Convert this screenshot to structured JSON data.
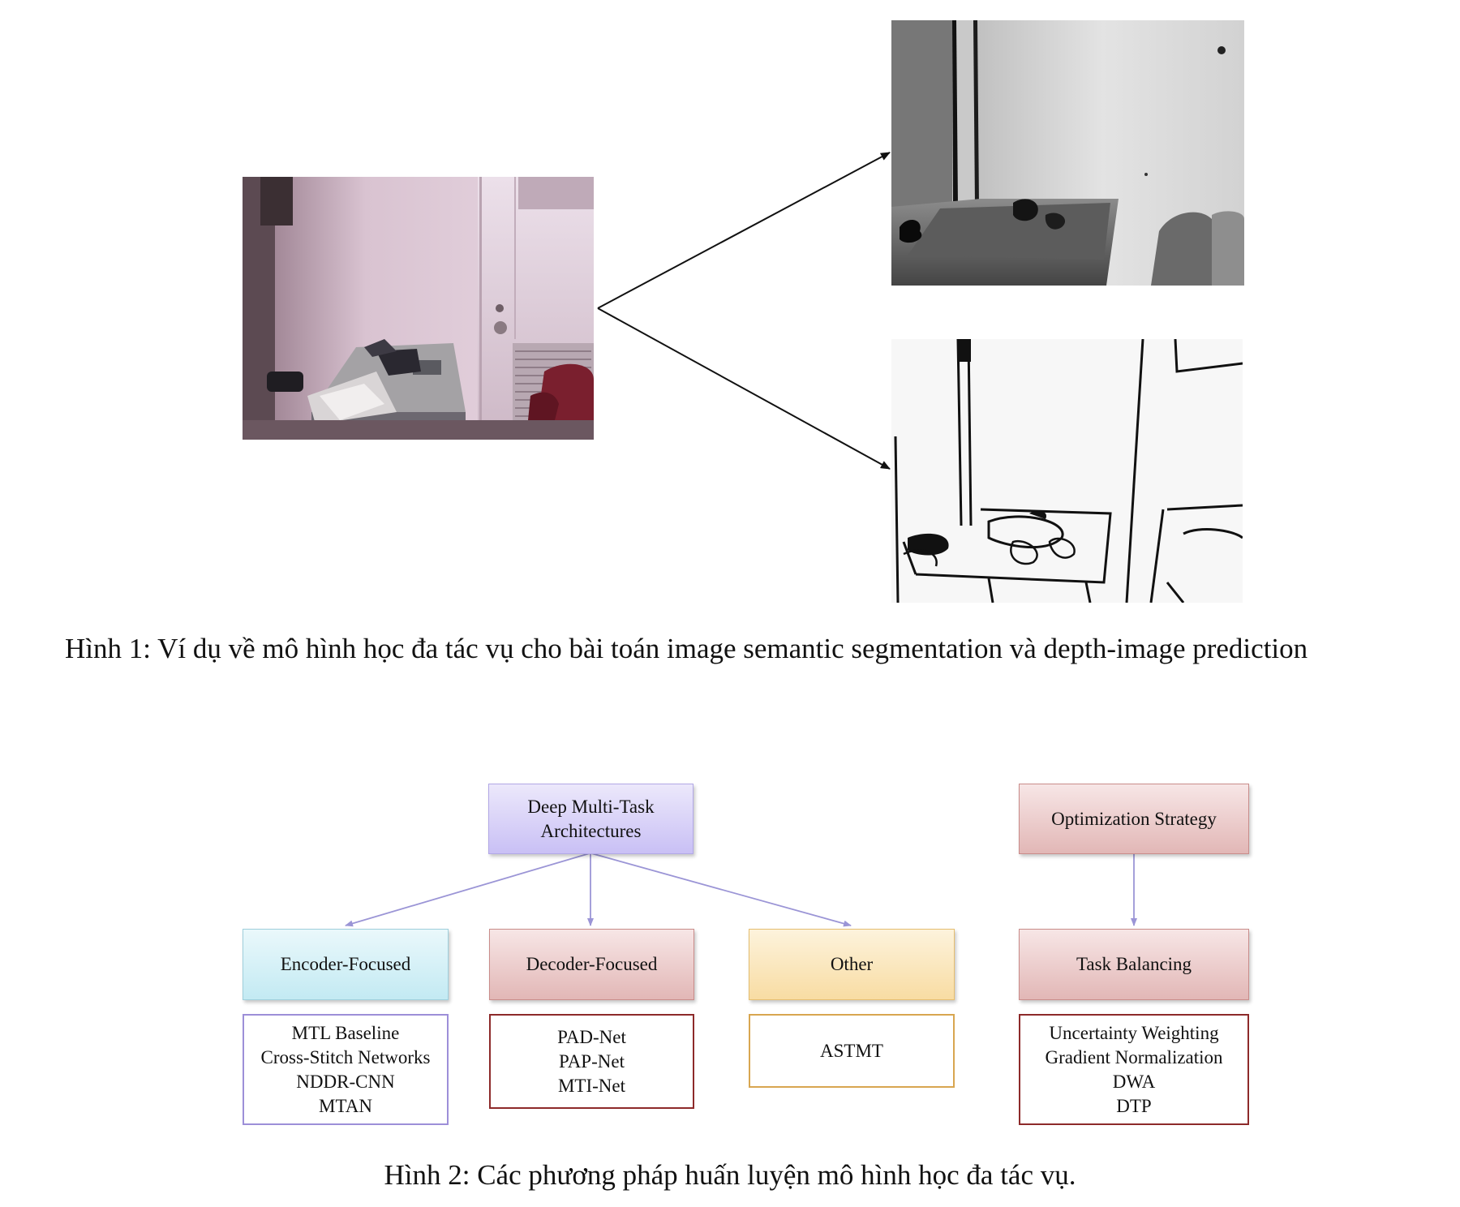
{
  "figure1": {
    "caption": "Hình 1: Ví dụ về mô hình học đa tác vụ cho bài toán image semantic segmentation và depth-image prediction",
    "images": [
      "rgb-input-photo",
      "depth-map-output",
      "semantic-segmentation-output"
    ]
  },
  "figure2": {
    "caption": "Hình 2: Các phương pháp huấn luyện mô hình học đa tác vụ.",
    "root": "Deep Multi-Task\nArchitectures",
    "optimization": "Optimization Strategy",
    "categories": [
      {
        "label": "Encoder-Focused",
        "items": "MTL Baseline\nCross-Stitch Networks\nNDDR-CNN\nMTAN"
      },
      {
        "label": "Decoder-Focused",
        "items": "PAD-Net\nPAP-Net\nMTI-Net"
      },
      {
        "label": "Other",
        "items": "ASTMT"
      },
      {
        "label": "Task Balancing",
        "items": "Uncertainty Weighting\nGradient Normalization\nDWA\nDTP"
      }
    ],
    "colors": {
      "purple": "#c9c0f5",
      "red": "#e2b7b6",
      "cyan": "#c3eaf3",
      "orange": "#f8dca3",
      "arrow": "#9b95d6"
    }
  }
}
